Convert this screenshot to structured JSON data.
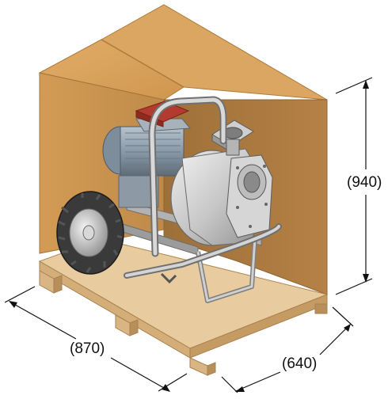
{
  "dimensions": {
    "height_label": "(940)",
    "length_label": "(870)",
    "width_label": "(640)"
  },
  "colors": {
    "crate_top": "#d9a25c",
    "crate_back": "#c98f49",
    "crate_side": "#a9773d",
    "pallet_light": "#e6c79a",
    "pallet_mid": "#d2ac76",
    "pallet_dark": "#b68d57",
    "pump_metal": "#c8c8c8",
    "motor_blue": "#8ea0b0",
    "cap_red": "#b23a2e",
    "tyre": "#333333"
  },
  "icons": [
    "pump-icon",
    "wheel-icon",
    "crate-icon",
    "pallet-icon"
  ]
}
